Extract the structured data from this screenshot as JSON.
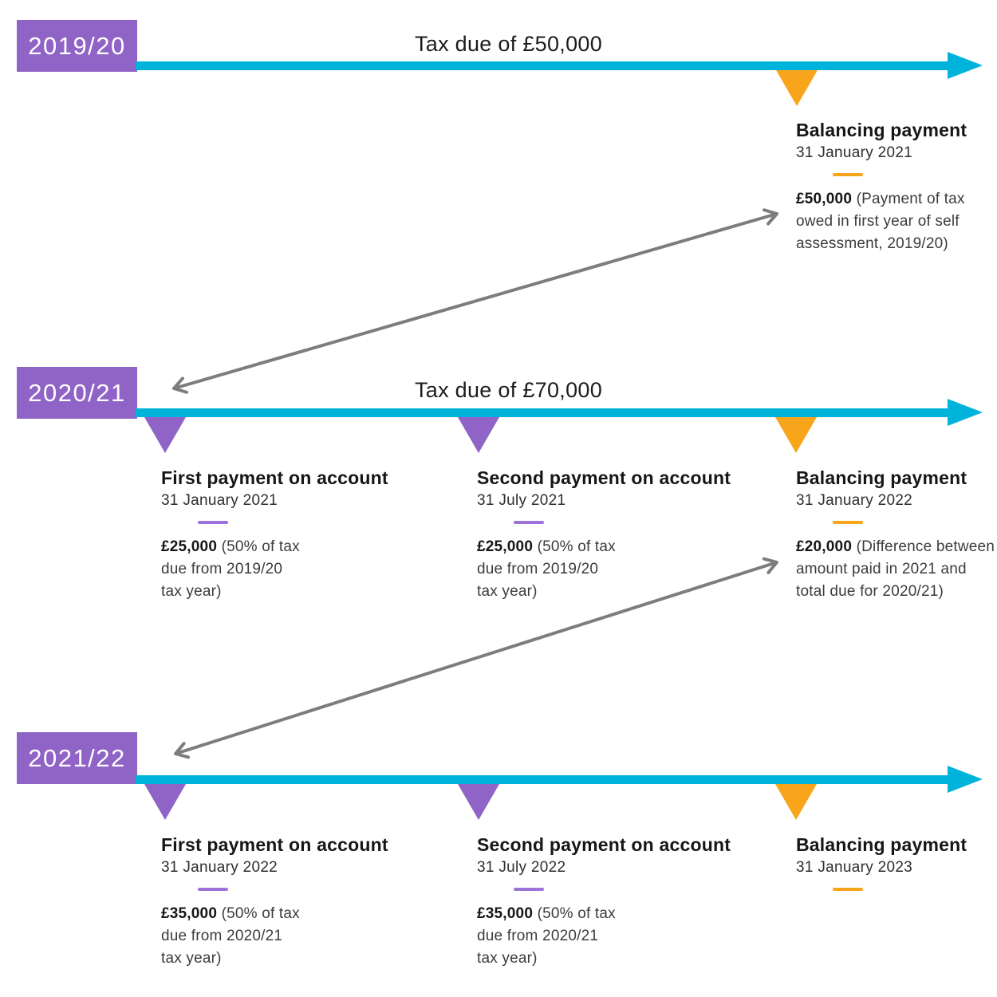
{
  "colors": {
    "purple": "#9063c7",
    "purple_underline": "#9d73d9",
    "cyan": "#00b3da",
    "orange": "#f8a51b",
    "arrow_gray": "#7d7d7d",
    "heading": "#161616",
    "date": "#2e2e2e",
    "body": "#3c3c3c",
    "bg": "#ffffff"
  },
  "rows": [
    {
      "year": "2019/20",
      "title": "Tax due of £50,000",
      "events": [
        {
          "type": "balancing",
          "name": "Balancing payment",
          "date": "31 January 2021",
          "amount": "£50,000",
          "desc": "(Payment of tax owed in first year of self assessment, 2019/20)"
        }
      ]
    },
    {
      "year": "2020/21",
      "title": "Tax due of £70,000",
      "events": [
        {
          "type": "payment-on-account",
          "name": "First payment on account",
          "date": "31 January 2021",
          "amount": "£25,000",
          "desc": "(50% of tax due from 2019/20 tax year)"
        },
        {
          "type": "payment-on-account",
          "name": "Second payment on account",
          "date": "31 July 2021",
          "amount": "£25,000",
          "desc": "(50% of tax due from 2019/20 tax year)"
        },
        {
          "type": "balancing",
          "name": "Balancing payment",
          "date": "31 January 2022",
          "amount": "£20,000",
          "desc": "(Difference between amount paid in 2021 and total due for 2020/21)"
        }
      ]
    },
    {
      "year": "2021/22",
      "title": "",
      "events": [
        {
          "type": "payment-on-account",
          "name": "First payment on account",
          "date": "31 January 2022",
          "amount": "£35,000",
          "desc": "(50% of tax due from 2020/21 tax year)"
        },
        {
          "type": "payment-on-account",
          "name": "Second payment on account",
          "date": "31 July 2022",
          "amount": "£35,000",
          "desc": "(50% of tax due from 2020/21 tax year)"
        },
        {
          "type": "balancing",
          "name": "Balancing payment",
          "date": "31 January 2023",
          "amount": "",
          "desc": ""
        }
      ]
    }
  ]
}
